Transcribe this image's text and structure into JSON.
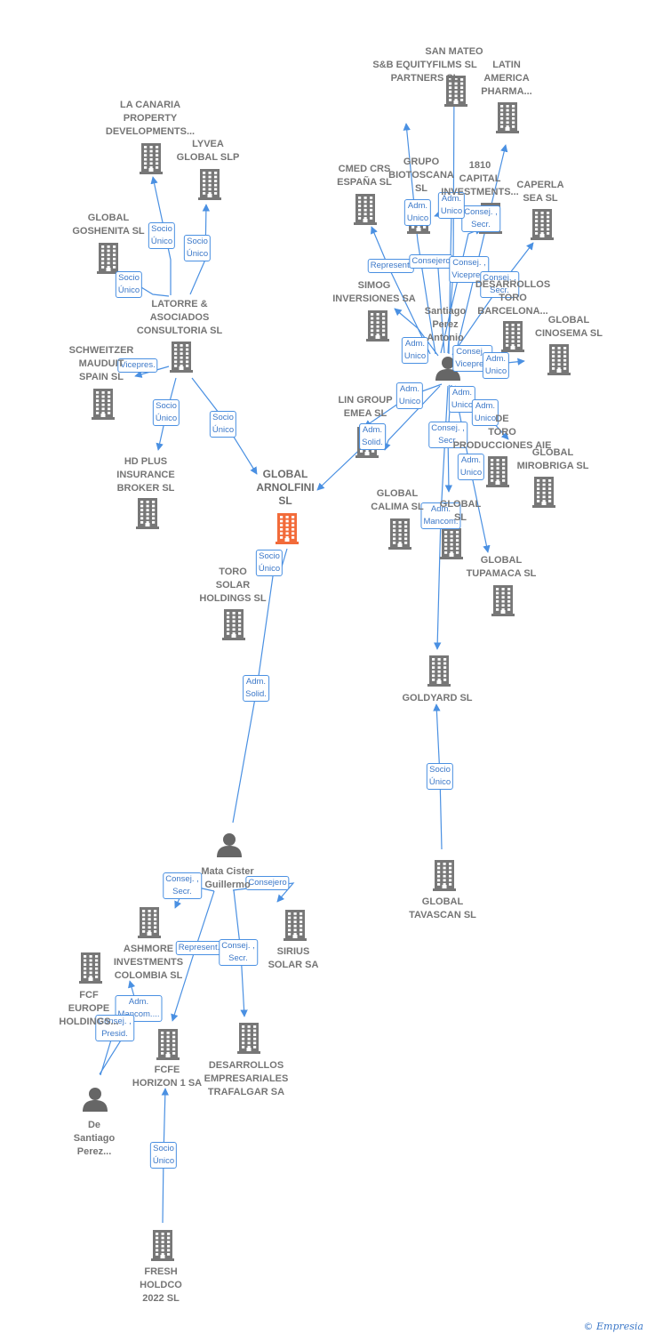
{
  "colors": {
    "edge": "#4a90e2",
    "company": "#777777",
    "focus": "#f26b3a",
    "person": "#666666",
    "label": "#757575"
  },
  "nodes": [
    {
      "id": "arnolfini",
      "label": "GLOBAL\nARNOLFINI\nSL",
      "type": "company",
      "focus": true
    },
    {
      "id": "lacanaria",
      "label": "LA CANARIA\nPROPERTY\nDEVELOPMENTS...",
      "type": "company"
    },
    {
      "id": "lyvea",
      "label": "LYVEA\nGLOBAL  SLP",
      "type": "company"
    },
    {
      "id": "goshenita",
      "label": "GLOBAL\nGOSHENITA SL",
      "type": "company"
    },
    {
      "id": "latorre",
      "label": "LATORRE &\nASOCIADOS\nCONSULTORIA SL",
      "type": "company"
    },
    {
      "id": "schweitzer",
      "label": "SCHWEITZER\nMAUDUIT\nSPAIN SL",
      "type": "company"
    },
    {
      "id": "hdplus",
      "label": "HD PLUS\nINSURANCE\nBROKER  SL",
      "type": "company"
    },
    {
      "id": "toro",
      "label": "TORO\nSOLAR\nHOLDINGS  SL",
      "type": "company"
    },
    {
      "id": "mata",
      "label": "Mata Cister\nGuillermo",
      "type": "person"
    },
    {
      "id": "sanmateo",
      "label": "SAN MATEO",
      "type": "company"
    },
    {
      "id": "sb",
      "label": "S&B EQUITYFILMS SL\nPARTNERS  SL",
      "type": "company"
    },
    {
      "id": "latin",
      "label": "LATIN\nAMERICA\nPHARMA...",
      "type": "company"
    },
    {
      "id": "cmed",
      "label": "CMED CRS\nESPAÑA  SL",
      "type": "company"
    },
    {
      "id": "grupo",
      "label": "GRUPO\nBIOTOSCANA\nSL",
      "type": "company"
    },
    {
      "id": "c1810",
      "label": "1810\nCAPITAL\nINVESTMENTS...",
      "type": "company"
    },
    {
      "id": "caperla",
      "label": "CAPERLA\nSEA SL",
      "type": "company"
    },
    {
      "id": "simog",
      "label": "SIMOG\nINVERSIONES SA",
      "type": "company"
    },
    {
      "id": "santiago",
      "label": "Santiago\nPerez\nAntonio",
      "type": "person"
    },
    {
      "id": "desarrollosbcn",
      "label": "DESARROLLOS\nTORO\nBARCELONA...",
      "type": "company"
    },
    {
      "id": "cinosema",
      "label": "GLOBAL\nCINOSEMA SL",
      "type": "company"
    },
    {
      "id": "lingroup",
      "label": "LIN GROUP\nEMEA  SL",
      "type": "company"
    },
    {
      "id": "producciones",
      "label": "DE\nTORO\nPRODUCCIONES AIE",
      "type": "company"
    },
    {
      "id": "mirobriga",
      "label": "GLOBAL\nMIROBRIGA SL",
      "type": "company"
    },
    {
      "id": "calima",
      "label": "GLOBAL\nCALIMA SL",
      "type": "company"
    },
    {
      "id": "globalsl",
      "label": "GLOBAL\nSL",
      "type": "company"
    },
    {
      "id": "tupamaca",
      "label": "GLOBAL\nTUPAMACA SL",
      "type": "company"
    },
    {
      "id": "goldyard",
      "label": "GOLDYARD SL",
      "type": "company"
    },
    {
      "id": "tavascan",
      "label": "GLOBAL\nTAVASCAN  SL",
      "type": "company"
    },
    {
      "id": "sirius",
      "label": "SIRIUS\nSOLAR SA",
      "type": "company"
    },
    {
      "id": "ashmore",
      "label": "ASHMORE\nINVESTMENTS\nCOLOMBIA SL",
      "type": "company"
    },
    {
      "id": "fcfeurope",
      "label": "FCF\nEUROPE\nHOLDINGS...",
      "type": "company"
    },
    {
      "id": "fcfe",
      "label": "FCFE\nHORIZON 1 SA",
      "type": "company"
    },
    {
      "id": "trafalgar",
      "label": "DESARROLLOS\nEMPRESARIALES\nTRAFALGAR SA",
      "type": "company"
    },
    {
      "id": "desantiago",
      "label": "De\nSantiago\nPerez...",
      "type": "person"
    },
    {
      "id": "fresh",
      "label": "FRESH\nHOLDCO\n2022  SL",
      "type": "company"
    }
  ],
  "edges": [
    {
      "label": "Socio\nÚnico"
    },
    {
      "label": "Socio\nÚnico"
    },
    {
      "label": "Socio\nÚnico"
    },
    {
      "label": "Vicepres."
    },
    {
      "label": "Socio\nÚnico"
    },
    {
      "label": "Socio\nÚnico"
    },
    {
      "label": "Socio\nÚnico"
    },
    {
      "label": "Adm.\nSolid."
    },
    {
      "label": "Adm.\nSolid."
    },
    {
      "label": "Adm.\nUnico"
    },
    {
      "label": "Adm.\nUnico"
    },
    {
      "label": "Consej. ,\nSecr."
    },
    {
      "label": "Represent."
    },
    {
      "label": "Consejero"
    },
    {
      "label": "Consej. ,\nVicepres."
    },
    {
      "label": "Consej. ,\nSecr."
    },
    {
      "label": "Adm.\nUnico"
    },
    {
      "label": "Consej. ,\nVicepres."
    },
    {
      "label": "Adm.\nUnico"
    },
    {
      "label": "Adm.\nUnico"
    },
    {
      "label": "Adm.\nSolid."
    },
    {
      "label": "Adm.\nUnico"
    },
    {
      "label": "Consej. ,\nSecr."
    },
    {
      "label": "Adm.\nUnico"
    },
    {
      "label": "Adm.\nUnico"
    },
    {
      "label": "Adm.\nMancom."
    },
    {
      "label": "Socio\nÚnico"
    },
    {
      "label": "Consej. ,\nSecr."
    },
    {
      "label": "Consejero"
    },
    {
      "label": "Represent."
    },
    {
      "label": "Consej. ,\nSecr."
    },
    {
      "label": "Adm.\nMancom...."
    },
    {
      "label": "Consej. ,\nPresid."
    },
    {
      "label": "Socio\nÚnico"
    }
  ],
  "credit": {
    "symbol": "©",
    "brand": "Empresia"
  }
}
